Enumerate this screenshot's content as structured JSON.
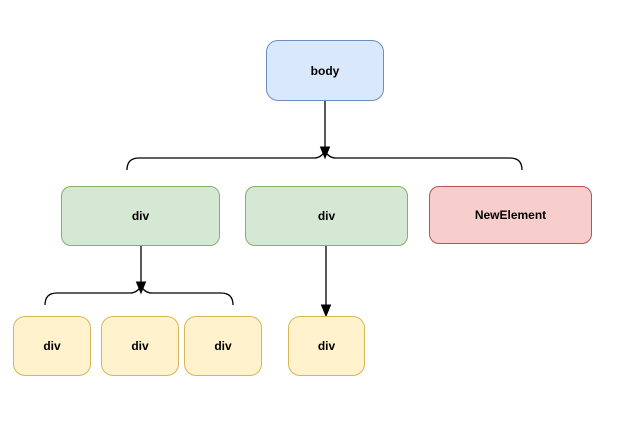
{
  "diagram": {
    "nodes": [
      {
        "id": "body",
        "label": "body",
        "color": "blue"
      },
      {
        "id": "div-left",
        "label": "div",
        "color": "green"
      },
      {
        "id": "div-middle",
        "label": "div",
        "color": "green"
      },
      {
        "id": "new-element",
        "label": "NewElement",
        "color": "red"
      },
      {
        "id": "div-leaf-1",
        "label": "div",
        "color": "yellow"
      },
      {
        "id": "div-leaf-2",
        "label": "div",
        "color": "yellow"
      },
      {
        "id": "div-leaf-3",
        "label": "div",
        "color": "yellow"
      },
      {
        "id": "div-leaf-4",
        "label": "div",
        "color": "yellow"
      }
    ],
    "edges": [
      {
        "from": "body",
        "to": [
          "div-left",
          "div-middle",
          "new-element"
        ]
      },
      {
        "from": "div-left",
        "to": [
          "div-leaf-1",
          "div-leaf-2",
          "div-leaf-3"
        ]
      },
      {
        "from": "div-middle",
        "to": [
          "div-leaf-4"
        ]
      }
    ]
  },
  "palette": {
    "blue-fill": "#dae8fc",
    "blue-stroke": "#6c8ebf",
    "green-fill": "#d5e8d4",
    "green-stroke": "#82b366",
    "red-fill": "#f8cecc",
    "red-stroke": "#b85450",
    "yellow-fill": "#fff2cc",
    "yellow-stroke": "#d6b656",
    "edge": "#000000",
    "text": "#000000",
    "background": "#ffffff"
  }
}
